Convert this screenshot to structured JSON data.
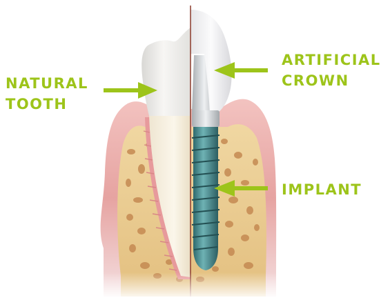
{
  "labels": {
    "natural_tooth": [
      "NATURAL",
      "TOOTH"
    ],
    "artificial_crown": [
      "ARTIFICIAL",
      "CROWN"
    ],
    "implant": "IMPLANT"
  },
  "colors": {
    "label_green": "#9dc41a",
    "gum": "#e8a7a6",
    "gum_light": "#f6d0cc",
    "bone": "#e8c98d",
    "bone_pore": "#c7884c",
    "enamel": "#f2f1ef",
    "implant_teal": "#3c7f83",
    "abutment": "#cfd3d6",
    "divider": "#8c3a2c"
  }
}
